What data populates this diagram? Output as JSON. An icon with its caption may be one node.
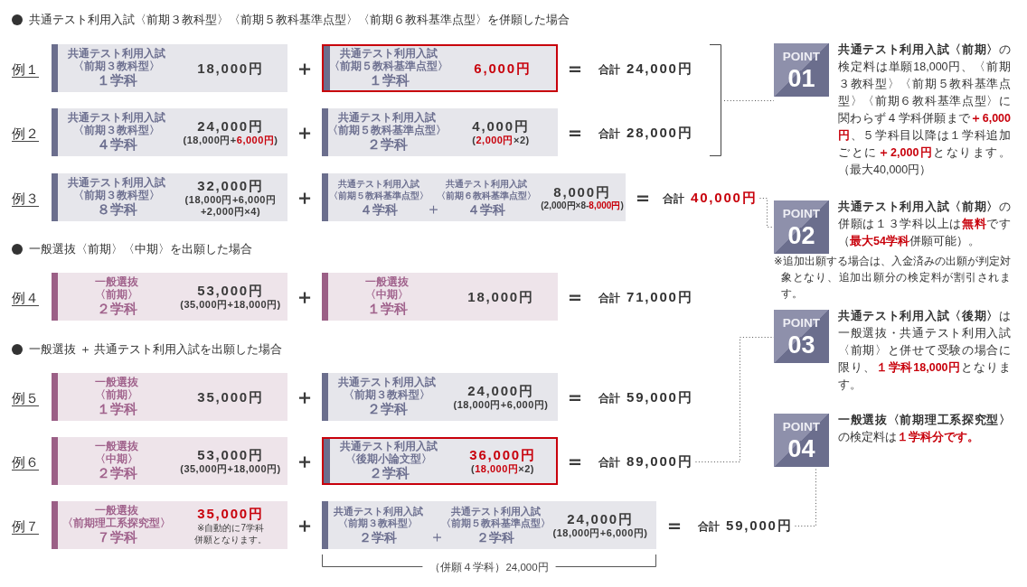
{
  "diagram": {
    "nodes": [
      {
        "text": [
          "共通テスト利用入試",
          "〈前期３教科型〉",
          "１学科",
          "18,000円"
        ]
      },
      {
        "text": [
          "共通テスト利用入試",
          "〈前期５教科基準点型〉",
          "１学科",
          "6,000円"
        ]
      },
      {
        "text": [
          "合計",
          "24,000円"
        ]
      },
      {
        "text": [
          "共通テスト利用入試",
          "〈前期３教科型〉",
          "４学科",
          "24,000円",
          "(18,000円+**6,000円**)"
        ]
      },
      {
        "text": [
          "共通テスト利用入試",
          "〈前期５教科基準点型〉",
          "２学科",
          "4,000円",
          "(**2,000円**×2)"
        ]
      },
      {
        "text": [
          "合計",
          "28,000円"
        ]
      },
      {
        "text": [
          "共通テスト利用入試",
          "〈前期３教科型〉",
          "８学科",
          "32,000円",
          "(18,000円+6,000円+2,000円×4)"
        ]
      },
      {
        "text": [
          "共通テスト利用入試",
          "〈前期５教科基準点型〉",
          "４学科",
          "＋",
          "共通テスト利用入試",
          "〈前期６教科基準点型〉",
          "４学科",
          "8,000円",
          "(2,000円×8-**8,000円**)"
        ]
      },
      {
        "text": [
          "合計",
          "40,000円"
        ]
      },
      {
        "text": [
          "一般選抜",
          "〈前期〉",
          "２学科",
          "53,000円",
          "(35,000円+18,000円)"
        ]
      },
      {
        "text": [
          "一般選抜",
          "〈中期〉",
          "１学科",
          "18,000円"
        ]
      },
      {
        "text": [
          "合計",
          "71,000円"
        ]
      },
      {
        "text": [
          "一般選抜",
          "〈前期〉",
          "１学科",
          "35,000円"
        ]
      },
      {
        "text": [
          "共通テスト利用入試",
          "〈前期３教科型〉",
          "２学科",
          "24,000円",
          "(18,000円+6,000円)"
        ]
      },
      {
        "text": [
          "合計",
          "59,000円"
        ]
      },
      {
        "text": [
          "一般選抜",
          "〈中期〉",
          "２学科",
          "53,000円",
          "(35,000円+18,000円)"
        ]
      },
      {
        "text": [
          "共通テスト利用入試",
          "〈後期小論文型〉",
          "２学科",
          "36,000円",
          "(**18,000円**×2)"
        ]
      },
      {
        "text": [
          "合計",
          "89,000円"
        ]
      },
      {
        "text": [
          "一般選抜",
          "〈前期理工系探究型〉",
          "７学科",
          "35,000円",
          "※自動的に7学科併願となります。"
        ]
      },
      {
        "text": [
          "共通テスト利用入試",
          "〈前期３教科型〉",
          "２学科",
          "＋",
          "共通テスト利用入試",
          "〈前期５教科基準点型〉",
          "２学科",
          "24,000円",
          "(18,000円+6,000円)"
        ]
      },
      {
        "text": [
          "合計",
          "59,000円"
        ]
      },
      {
        "text": [],
        "shape": "bracket"
      },
      {
        "text": [
          "POINT",
          "01",
          "**共通テスト利用入試〈前期〉**の検定料は単願18,000円、〈前期３教科型〉〈前期５教科基準点型〉〈前期６教科基準点型〉に関わらず４学科併願まで**＋6,000円**、５学科目以降は１学科追加ごとに**＋2,000円**となります。（最大40,000円）"
        ]
      },
      {
        "text": [
          "POINT",
          "02",
          "**共通テスト利用入試〈前期〉**の併願は１３学科以上は**無料**です（**最大54学科**併願可能）。"
        ],
        "beside": [
          "※追加出願する場合は、入金済みの出願が判定対象となり、追加出願分の検定料が割引されます。"
        ]
      },
      {
        "text": [
          "POINT",
          "03",
          "**共通テスト利用入試〈後期〉**は一般選抜・共通テスト利用入試〈前期〉と併せて受験の場合に限り、**１学科18,000円**となります。"
        ]
      },
      {
        "text": [
          "POINT",
          "04",
          "**一般選抜〈前期理工系探究型〉**の検定料は**１学科分です。**"
        ]
      }
    ],
    "edges": [
      {
        "from": 21,
        "to": 22,
        "arrow": "none"
      },
      {
        "from": 8,
        "to": 23,
        "arrow": "none"
      },
      {
        "from": 17,
        "to": 24,
        "arrow": "none"
      },
      {
        "from": 20,
        "to": 25,
        "arrow": "none"
      }
    ],
    "labels": [
      "共通テスト利用入試〈前期３教科型〉〈前期５教科基準点型〉〈前期６教科基準点型〉を併願した場合",
      "例１",
      "＋",
      "＝",
      "例２",
      "＋",
      "＝",
      "例３",
      "＋",
      "＝",
      "一般選抜〈前期〉〈中期〉を出願した場合",
      "例４",
      "＋",
      "＝",
      "一般選抜 ＋ 共通テスト利用入試を出願した場合",
      "例５",
      "＋",
      "＝",
      "例６",
      "＋",
      "＝",
      "例７",
      "＋",
      "＝",
      "（併願４学科）24,000円"
    ]
  }
}
